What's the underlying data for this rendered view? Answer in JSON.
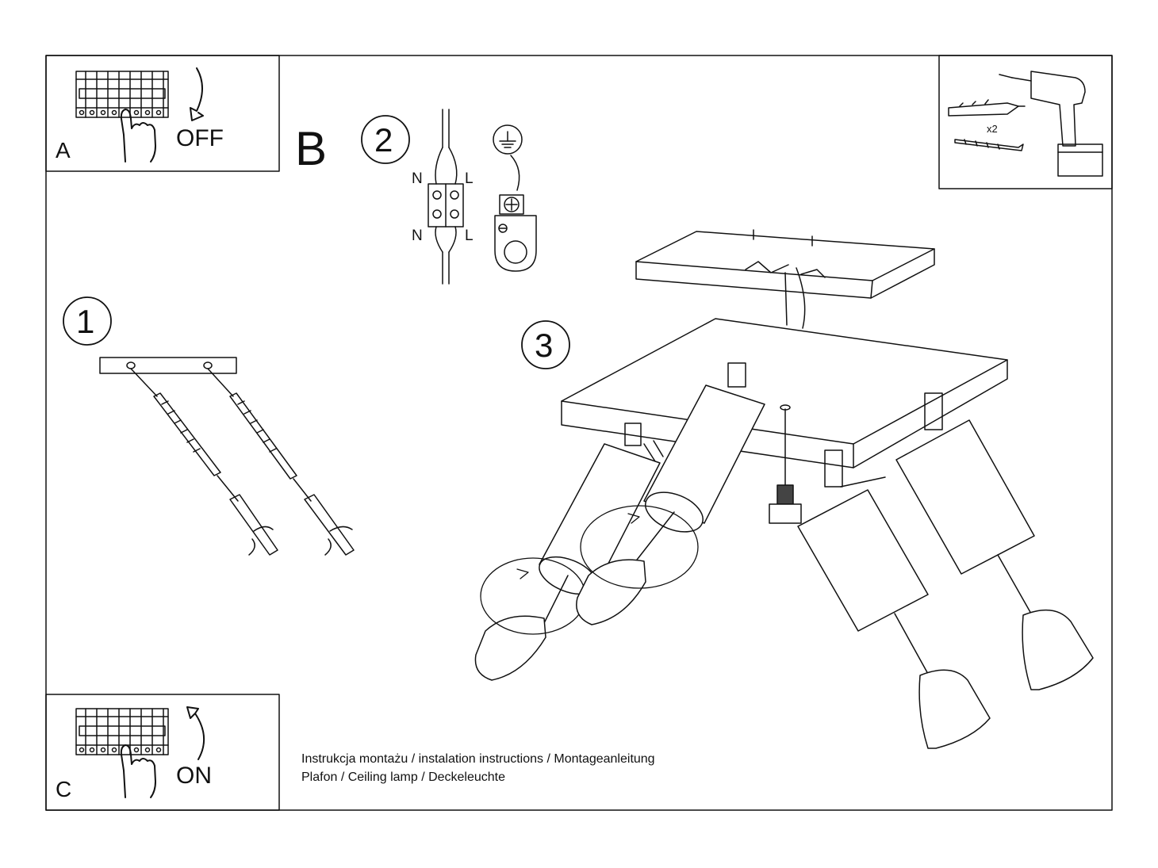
{
  "panel_a": {
    "letter": "A",
    "state": "OFF"
  },
  "panel_c": {
    "letter": "C",
    "state": "ON"
  },
  "section_b": {
    "letter": "B"
  },
  "steps": {
    "one": "1",
    "two": "2",
    "three": "3"
  },
  "wiring": {
    "n_top": "N",
    "l_top": "L",
    "n_bottom": "N",
    "l_bottom": "L"
  },
  "tools": {
    "multiplier": "x2"
  },
  "footer": {
    "line1": "Instrukcja montażu / instalation instructions / Montageanleitung",
    "line2": "Plafon / Ceiling lamp / Deckeleuchte"
  }
}
